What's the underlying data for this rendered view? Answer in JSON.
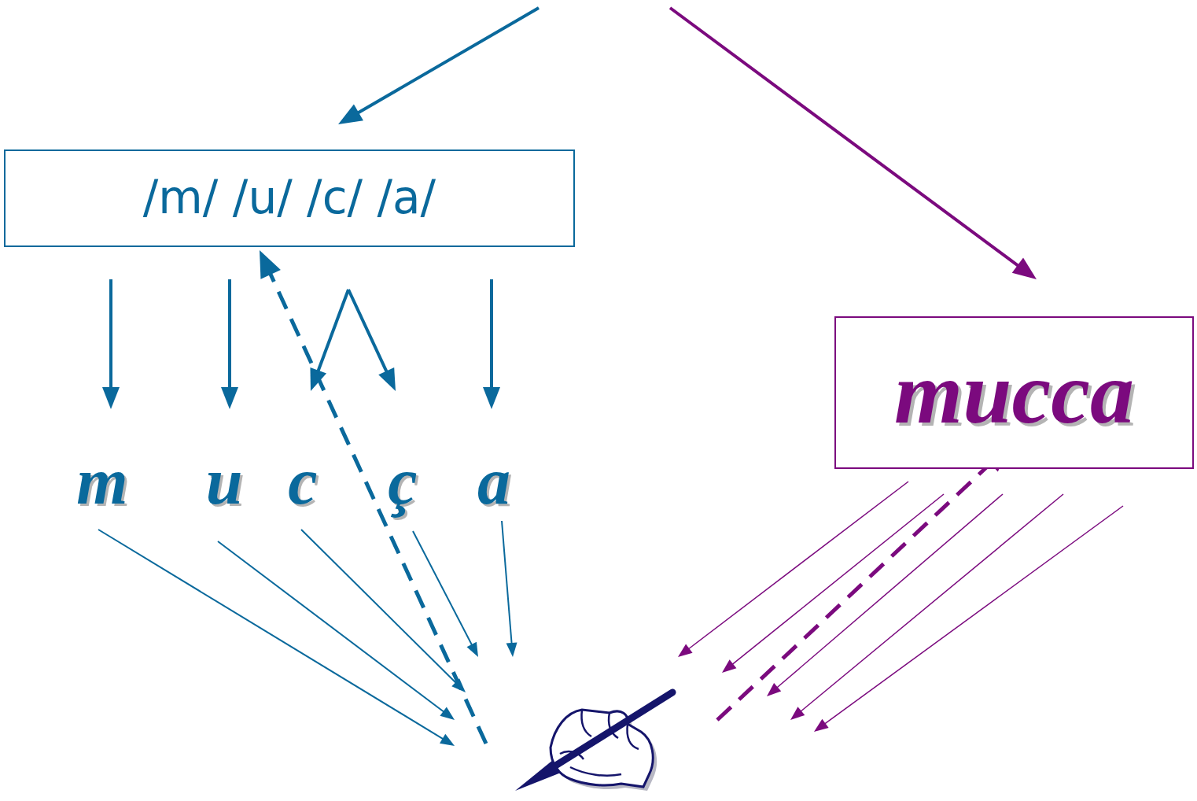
{
  "diagram": {
    "nodes": [
      {
        "text": [
          "/m/ /u/ /c/ /a/"
        ]
      },
      {
        "text": [
          "mucca"
        ]
      }
    ],
    "labels": [
      "m",
      "u",
      "c",
      "ç",
      "a"
    ]
  }
}
